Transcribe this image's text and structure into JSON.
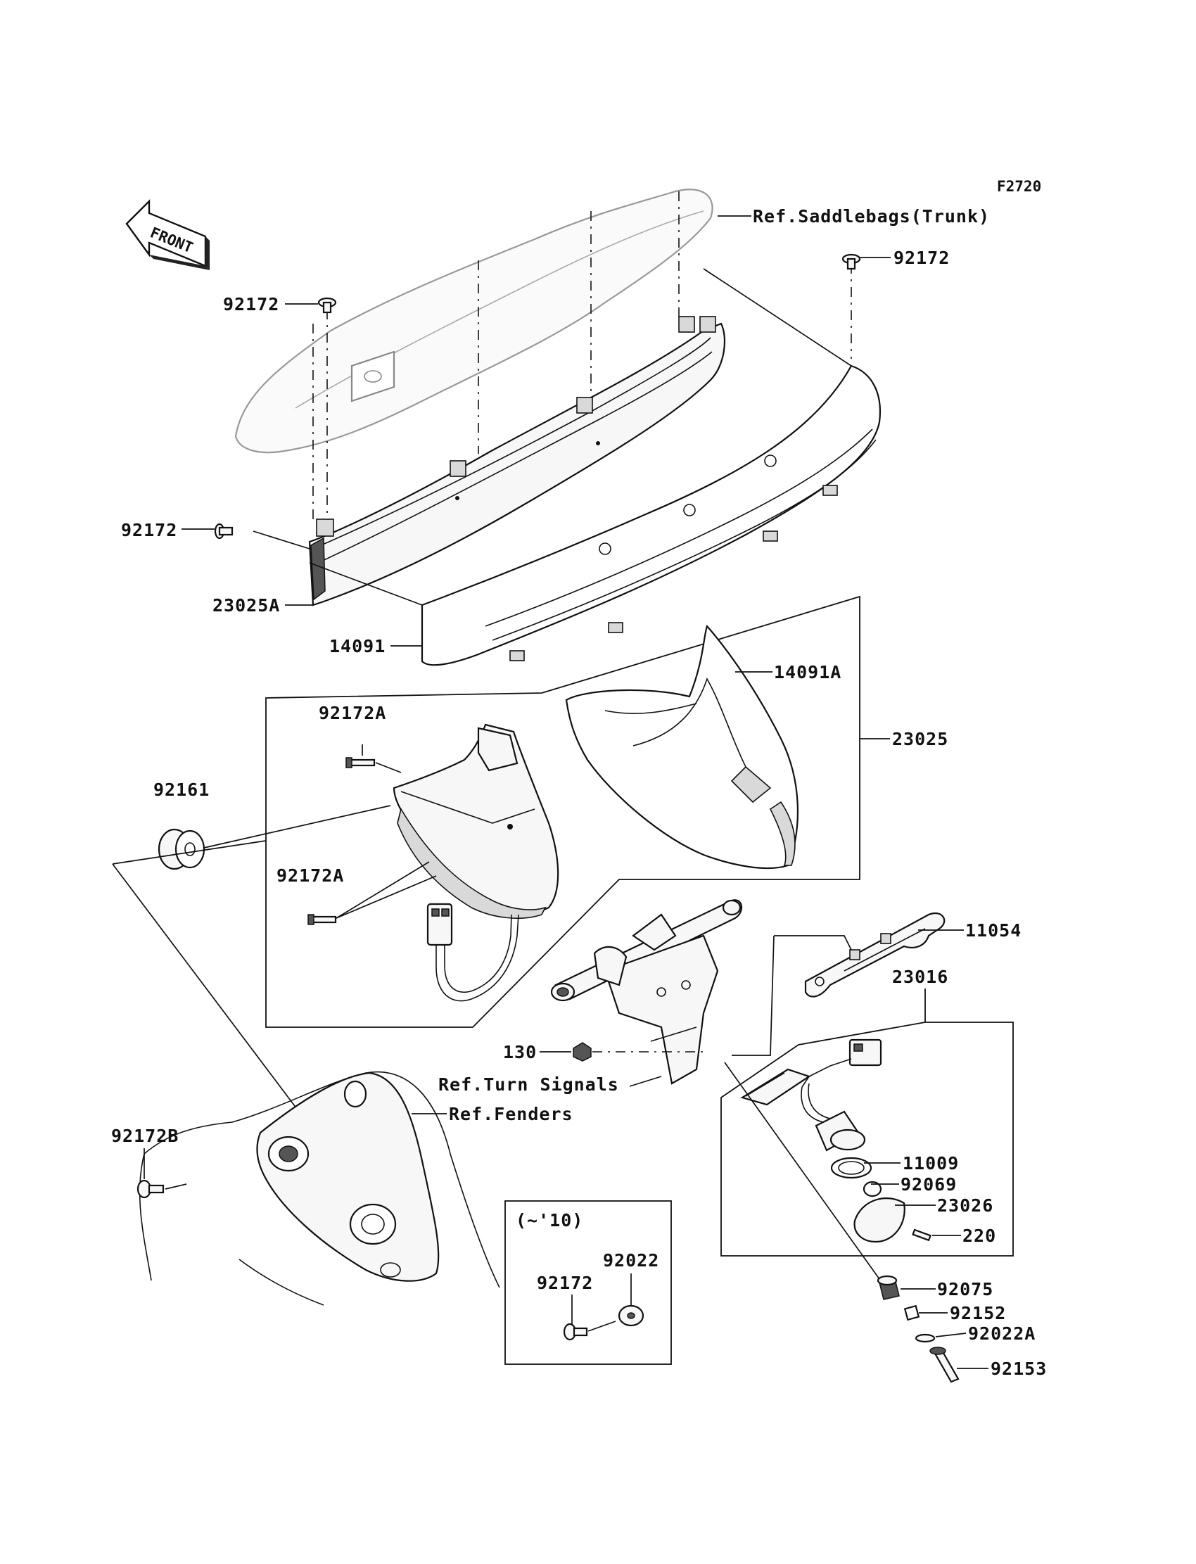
{
  "figure_code": "F2720",
  "front_arrow": "FRONT",
  "refs": {
    "saddlebags": "Ref.Saddlebags(Trunk)",
    "turn_signals": "Ref.Turn Signals",
    "fenders": "Ref.Fenders"
  },
  "inset_caption": "(~'10)",
  "parts": {
    "p92172_top_right": "92172",
    "p92172_top_left": "92172",
    "p92172_left": "92172",
    "p23025A": "23025A",
    "p14091": "14091",
    "p14091A": "14091A",
    "p23025": "23025",
    "p92172A_top": "92172A",
    "p92172A_bottom": "92172A",
    "p92161": "92161",
    "p11054": "11054",
    "p23016": "23016",
    "p130": "130",
    "p92172B": "92172B",
    "p11009": "11009",
    "p92069": "92069",
    "p23026": "23026",
    "p220": "220",
    "p92075": "92075",
    "p92152": "92152",
    "p92022A": "92022A",
    "p92153": "92153",
    "p92022_inset": "92022",
    "p92172_inset": "92172"
  }
}
